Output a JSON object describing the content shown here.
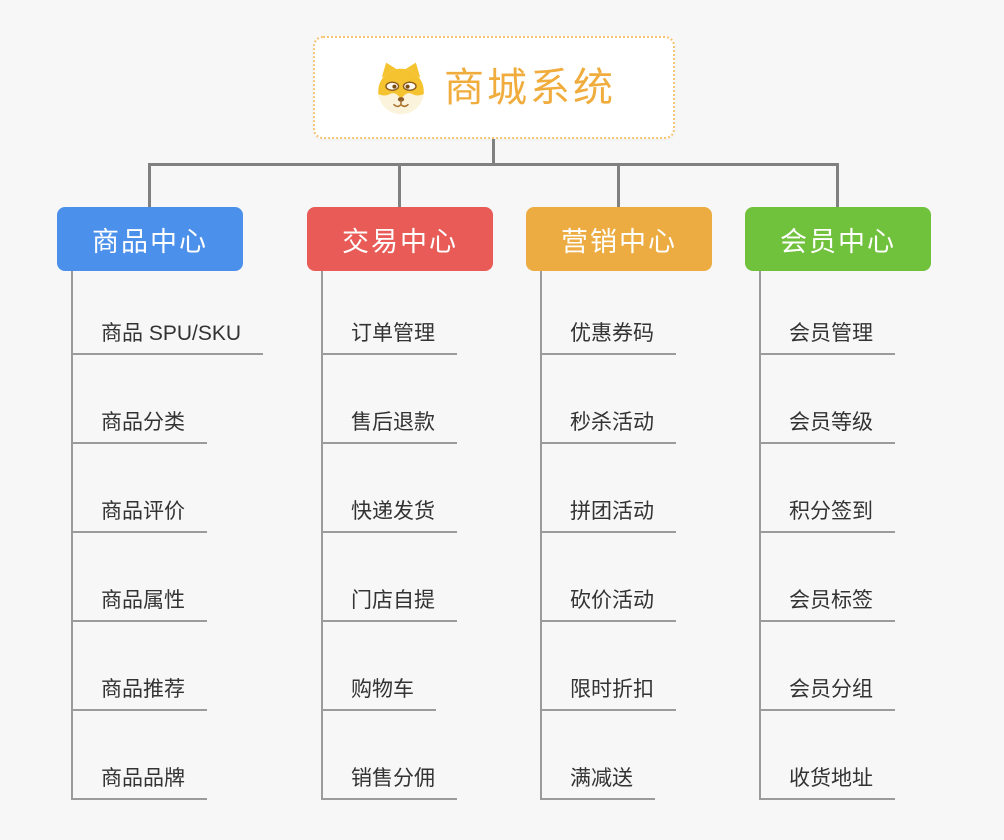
{
  "root": {
    "title": "商城系统",
    "icon": "dog-face-icon",
    "accent_color": "#F0AD3E",
    "border_color": "#F6C474"
  },
  "colors": {
    "background": "#F7F7F7",
    "connector": "#808080",
    "branch_line": "#9B9B9B",
    "leaf_text": "#333333"
  },
  "branches": [
    {
      "label": "商品中心",
      "color": "#4B90EA",
      "items": [
        "商品 SPU/SKU",
        "商品分类",
        "商品评价",
        "商品属性",
        "商品推荐",
        "商品品牌"
      ]
    },
    {
      "label": "交易中心",
      "color": "#E85B57",
      "items": [
        "订单管理",
        "售后退款",
        "快递发货",
        "门店自提",
        "购物车",
        "销售分佣"
      ]
    },
    {
      "label": "营销中心",
      "color": "#EDAC41",
      "items": [
        "优惠券码",
        "秒杀活动",
        "拼团活动",
        "砍价活动",
        "限时折扣",
        "满减送"
      ]
    },
    {
      "label": "会员中心",
      "color": "#70C13C",
      "items": [
        "会员管理",
        "会员等级",
        "积分签到",
        "会员标签",
        "会员分组",
        "收货地址"
      ]
    }
  ]
}
